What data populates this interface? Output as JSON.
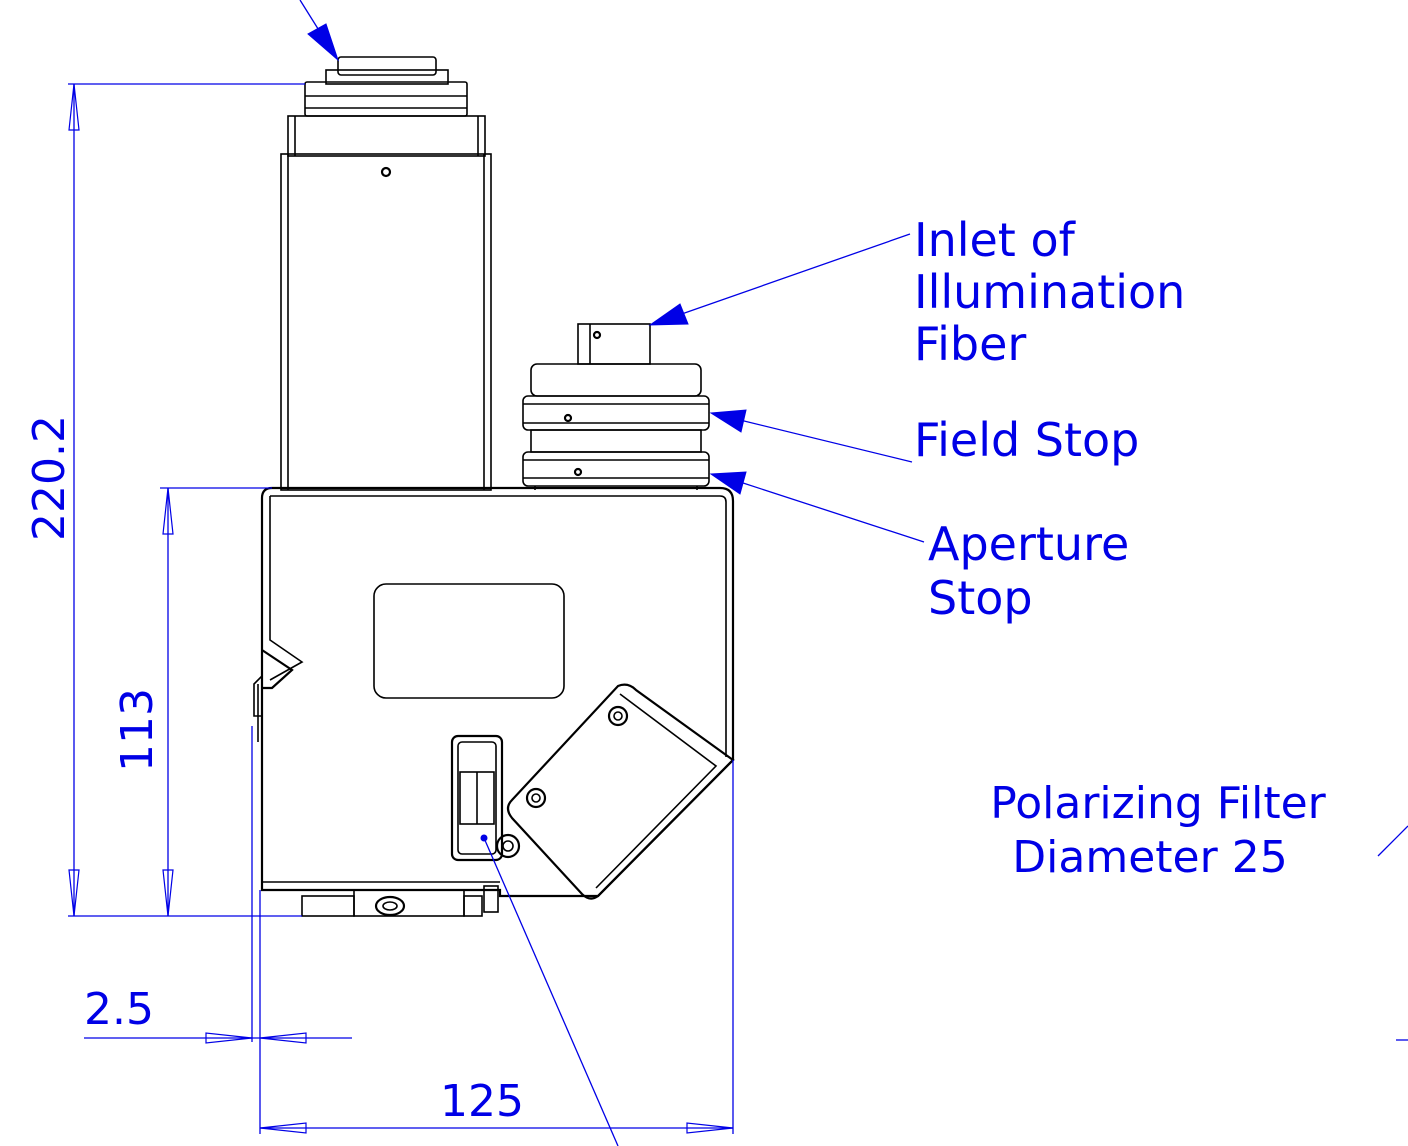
{
  "dimensions": {
    "total_height": "220.2",
    "base_height": "113",
    "offset": "2.5",
    "width": "125"
  },
  "callouts": {
    "illumination_inlet": [
      "Inlet of",
      "Illumination",
      "Fiber"
    ],
    "field_stop": "Field Stop",
    "aperture_stop": [
      "Aperture",
      "Stop"
    ],
    "polarizing_filter": [
      "Polarizing Filter",
      "Diameter 25"
    ]
  },
  "colors": {
    "annotation": "#0000e6",
    "outline": "#000000"
  }
}
